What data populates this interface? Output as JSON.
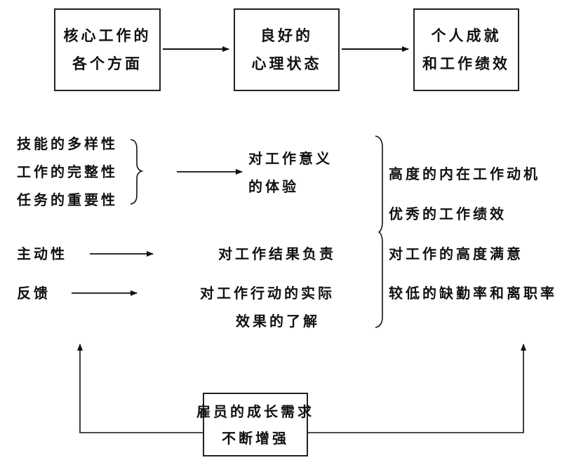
{
  "top_flow": {
    "box1": [
      "核心工作的",
      "各个方面"
    ],
    "box2": [
      "良好的",
      "心理状态"
    ],
    "box3": [
      "个人成就",
      "和工作绩效"
    ]
  },
  "core_dimensions": {
    "group_meaning": [
      "技能的多样性",
      "工作的完整性",
      "任务的重要性"
    ],
    "autonomy": "主动性",
    "feedback": "反馈"
  },
  "psychological_states": {
    "meaningfulness": [
      "对工作意义",
      "的体验"
    ],
    "responsibility": "对工作结果负责",
    "knowledge": [
      "对工作行动的实际",
      "效果的了解"
    ]
  },
  "outcomes": [
    "高度的内在工作动机",
    "优秀的工作绩效",
    "对工作的高度满意",
    "较低的缺勤率和离职率"
  ],
  "moderator": [
    "雇员的成长需求",
    "不断增强"
  ]
}
